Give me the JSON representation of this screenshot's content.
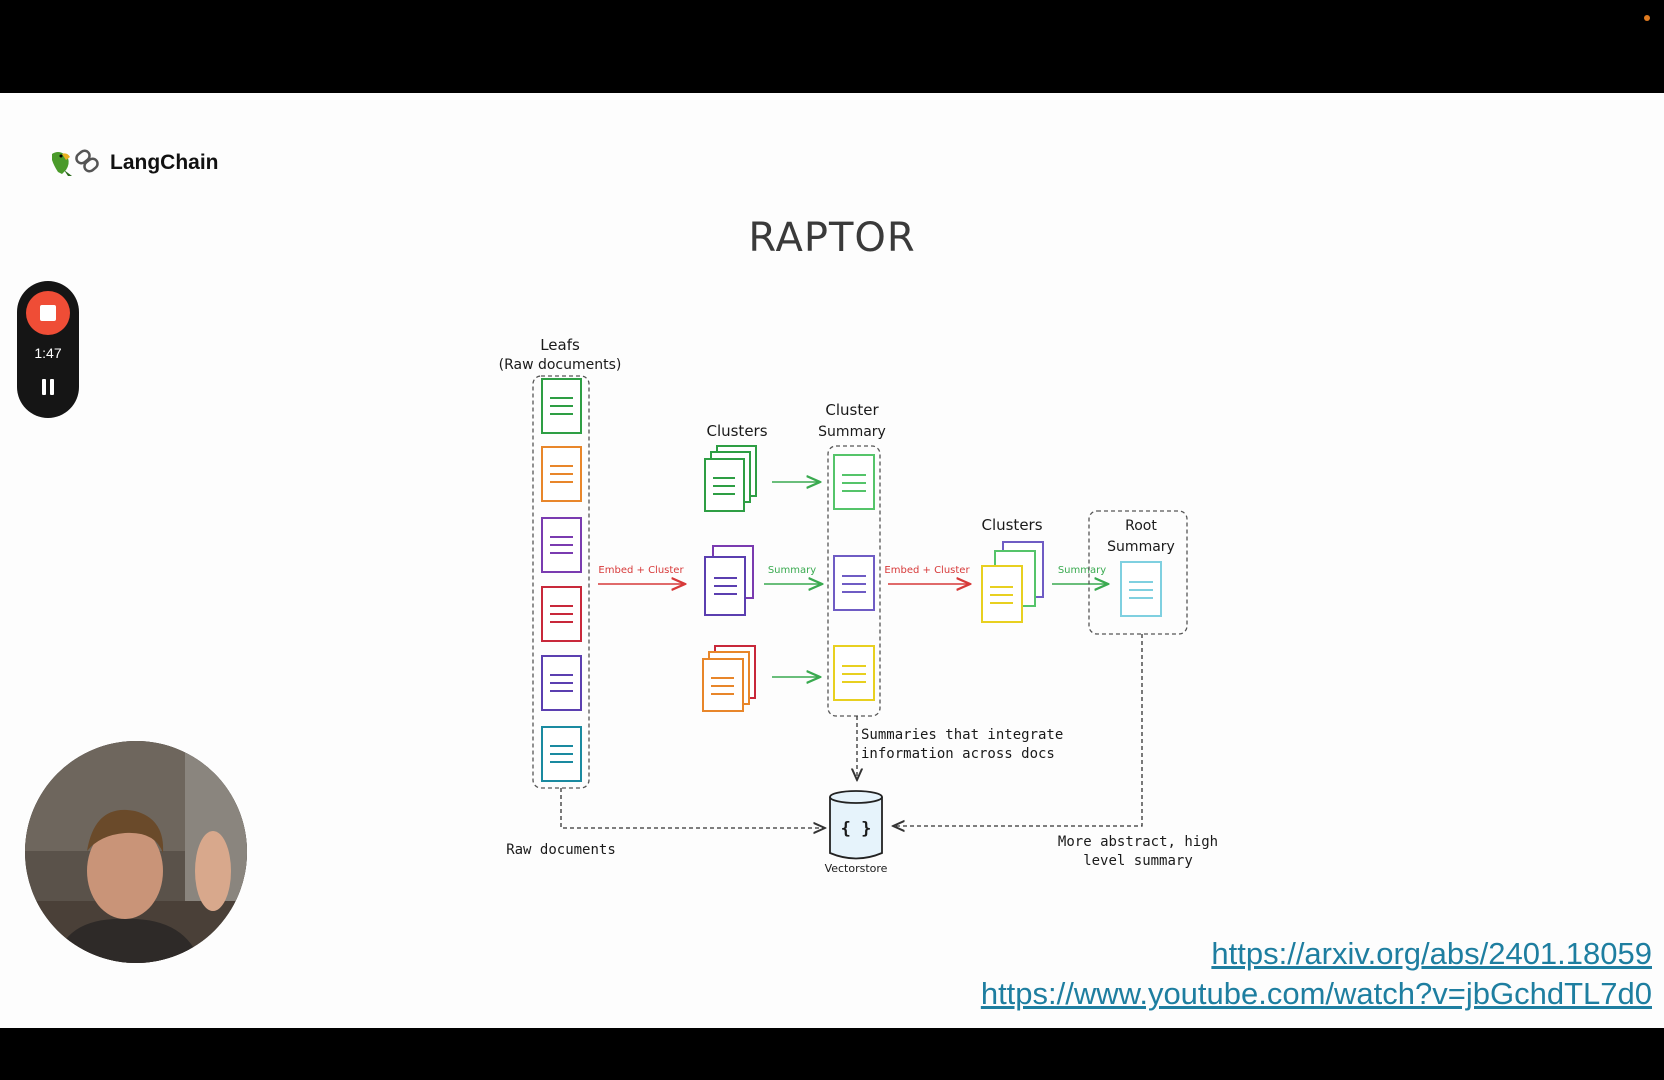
{
  "logo": {
    "text": "LangChain",
    "icon": "parrot-chain-icon"
  },
  "title": "RAPTOR",
  "recorder": {
    "time": "1:47"
  },
  "diagram": {
    "leafs_label_1": "Leafs",
    "leafs_label_2": "(Raw documents)",
    "clusters_label_1": "Clusters",
    "cluster_summary_label_1": "Cluster",
    "cluster_summary_label_2": "Summary",
    "clusters_label_2": "Clusters",
    "root_summary_label_1": "Root",
    "root_summary_label_2": "Summary",
    "embed_cluster_1": "Embed + Cluster",
    "summary_1": "Summary",
    "embed_cluster_2": "Embed + Cluster",
    "summary_2": "Summary",
    "note_integrate_1": "Summaries that integrate",
    "note_integrate_2": "information across docs",
    "raw_documents": "Raw documents",
    "vectorstore": "Vectorstore",
    "vectorstore_symbol": "{ }",
    "abstract_1": "More abstract, high",
    "abstract_2": "level summary"
  },
  "links": [
    "https://arxiv.org/abs/2401.18059",
    "https://www.youtube.com/watch?v=jbGchdTL7d0"
  ],
  "colors": {
    "green": "#2e9e44",
    "orange": "#e8862a",
    "purple": "#7a3bb0",
    "red": "#c8283a",
    "indigo": "#5b3fb0",
    "teal": "#1a8aa0",
    "light_green": "#55c46a",
    "light_purple": "#6f5cc4",
    "yellow": "#e8d020",
    "light_blue": "#7fd0e0",
    "arrow_red": "#d73a3a",
    "arrow_green": "#3aaa50",
    "link": "#1e7ea0",
    "stop": "#ef4d36"
  }
}
